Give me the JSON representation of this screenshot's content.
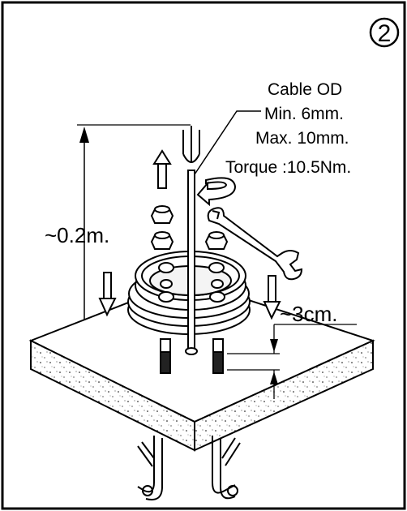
{
  "step_number": "2",
  "cable_od": {
    "title": "Cable OD",
    "min": "Min. 6mm.",
    "max": "Max. 10mm."
  },
  "torque": "Torque :10.5Nm.",
  "height_label": "~0.2m.",
  "depth_label": "~3cm."
}
